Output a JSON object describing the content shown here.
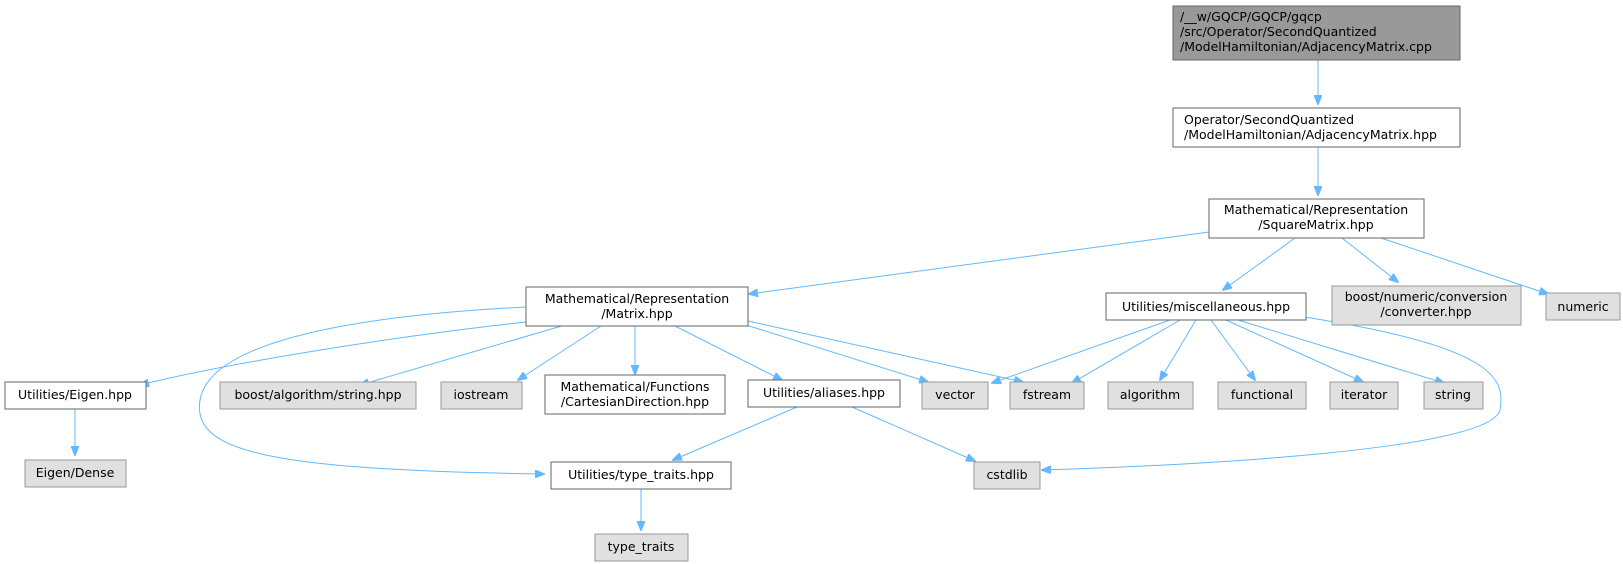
{
  "diagram": {
    "nodes": [
      {
        "id": "root",
        "lines": [
          "/__w/GQCP/GQCP/gqcp",
          "/src/Operator/SecondQuantized",
          "/ModelHamiltonian/AdjacencyMatrix.cpp"
        ]
      },
      {
        "id": "adjacency_hpp",
        "lines": [
          "Operator/SecondQuantized",
          "/ModelHamiltonian/AdjacencyMatrix.hpp"
        ]
      },
      {
        "id": "square_matrix",
        "lines": [
          "Mathematical/Representation",
          "/SquareMatrix.hpp"
        ]
      },
      {
        "id": "matrix",
        "lines": [
          "Mathematical/Representation",
          "/Matrix.hpp"
        ]
      },
      {
        "id": "misc",
        "lines": [
          "Utilities/miscellaneous.hpp"
        ]
      },
      {
        "id": "boost_conv",
        "lines": [
          "boost/numeric/conversion",
          "/converter.hpp"
        ]
      },
      {
        "id": "numeric",
        "lines": [
          "numeric"
        ]
      },
      {
        "id": "eigen_hpp",
        "lines": [
          "Utilities/Eigen.hpp"
        ]
      },
      {
        "id": "boost_string",
        "lines": [
          "boost/algorithm/string.hpp"
        ]
      },
      {
        "id": "iostream",
        "lines": [
          "iostream"
        ]
      },
      {
        "id": "cartesian",
        "lines": [
          "Mathematical/Functions",
          "/CartesianDirection.hpp"
        ]
      },
      {
        "id": "aliases",
        "lines": [
          "Utilities/aliases.hpp"
        ]
      },
      {
        "id": "vector",
        "lines": [
          "vector"
        ]
      },
      {
        "id": "fstream",
        "lines": [
          "fstream"
        ]
      },
      {
        "id": "algorithm",
        "lines": [
          "algorithm"
        ]
      },
      {
        "id": "functional",
        "lines": [
          "functional"
        ]
      },
      {
        "id": "iterator",
        "lines": [
          "iterator"
        ]
      },
      {
        "id": "string",
        "lines": [
          "string"
        ]
      },
      {
        "id": "eigen_dense",
        "lines": [
          "Eigen/Dense"
        ]
      },
      {
        "id": "type_traits_hpp",
        "lines": [
          "Utilities/type_traits.hpp"
        ]
      },
      {
        "id": "cstdlib",
        "lines": [
          "cstdlib"
        ]
      },
      {
        "id": "type_traits",
        "lines": [
          "type_traits"
        ]
      }
    ],
    "edges": [
      [
        "root",
        "adjacency_hpp"
      ],
      [
        "adjacency_hpp",
        "square_matrix"
      ],
      [
        "square_matrix",
        "matrix"
      ],
      [
        "square_matrix",
        "misc"
      ],
      [
        "square_matrix",
        "boost_conv"
      ],
      [
        "square_matrix",
        "numeric"
      ],
      [
        "matrix",
        "eigen_hpp"
      ],
      [
        "matrix",
        "boost_string"
      ],
      [
        "matrix",
        "iostream"
      ],
      [
        "matrix",
        "cartesian"
      ],
      [
        "matrix",
        "aliases"
      ],
      [
        "matrix",
        "vector"
      ],
      [
        "matrix",
        "fstream"
      ],
      [
        "matrix",
        "type_traits_hpp"
      ],
      [
        "misc",
        "vector"
      ],
      [
        "misc",
        "fstream"
      ],
      [
        "misc",
        "algorithm"
      ],
      [
        "misc",
        "functional"
      ],
      [
        "misc",
        "iterator"
      ],
      [
        "misc",
        "string"
      ],
      [
        "misc",
        "cstdlib"
      ],
      [
        "eigen_hpp",
        "eigen_dense"
      ],
      [
        "aliases",
        "type_traits_hpp"
      ],
      [
        "aliases",
        "cstdlib"
      ],
      [
        "type_traits_hpp",
        "type_traits"
      ]
    ]
  }
}
